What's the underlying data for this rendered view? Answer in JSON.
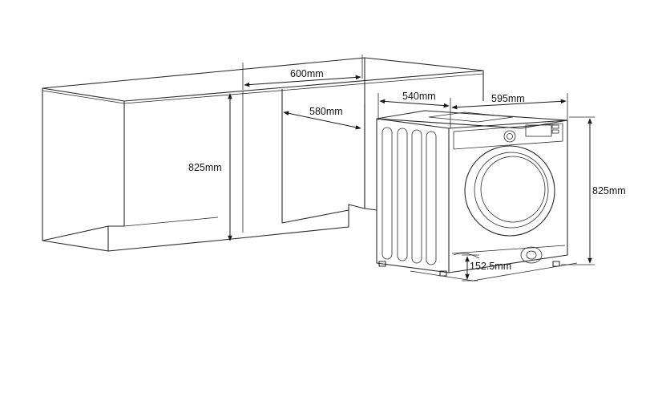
{
  "diagram": {
    "labels": {
      "counter_width": "600mm",
      "cavity_depth": "580mm",
      "cabinet_height": "825mm",
      "machine_depth": "540mm",
      "machine_width": "595mm",
      "machine_height": "825mm",
      "plinth_height": "152.5mm"
    },
    "colors": {
      "line": "#2a2a2a",
      "background": "#ffffff"
    }
  }
}
